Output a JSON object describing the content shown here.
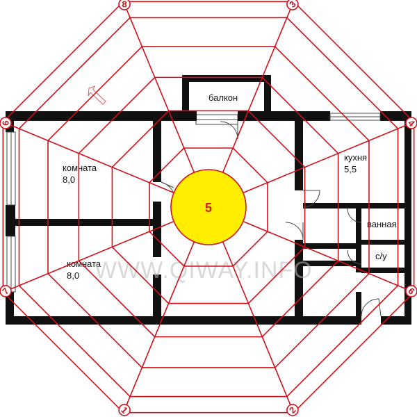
{
  "rooms": {
    "balcony": "балкон",
    "room1_name": "комната",
    "room1_area": "8,0",
    "room2_name": "комната",
    "room2_area": "8,0",
    "kitchen_name": "кухня",
    "kitchen_area": "5,5",
    "bathroom": "ванная",
    "toilet": "с/у"
  },
  "bagua": {
    "center": "5",
    "sectors": [
      "1",
      "2",
      "3",
      "4",
      "6",
      "7",
      "8",
      "9"
    ]
  },
  "watermark": "WWW.QIWAY.INFO",
  "colors": {
    "grid_line": "#d0101b",
    "center_fill": "#ffee00",
    "center_stroke": "#d0101b",
    "wall": "#111111",
    "watermark": "#b8b8b8"
  }
}
